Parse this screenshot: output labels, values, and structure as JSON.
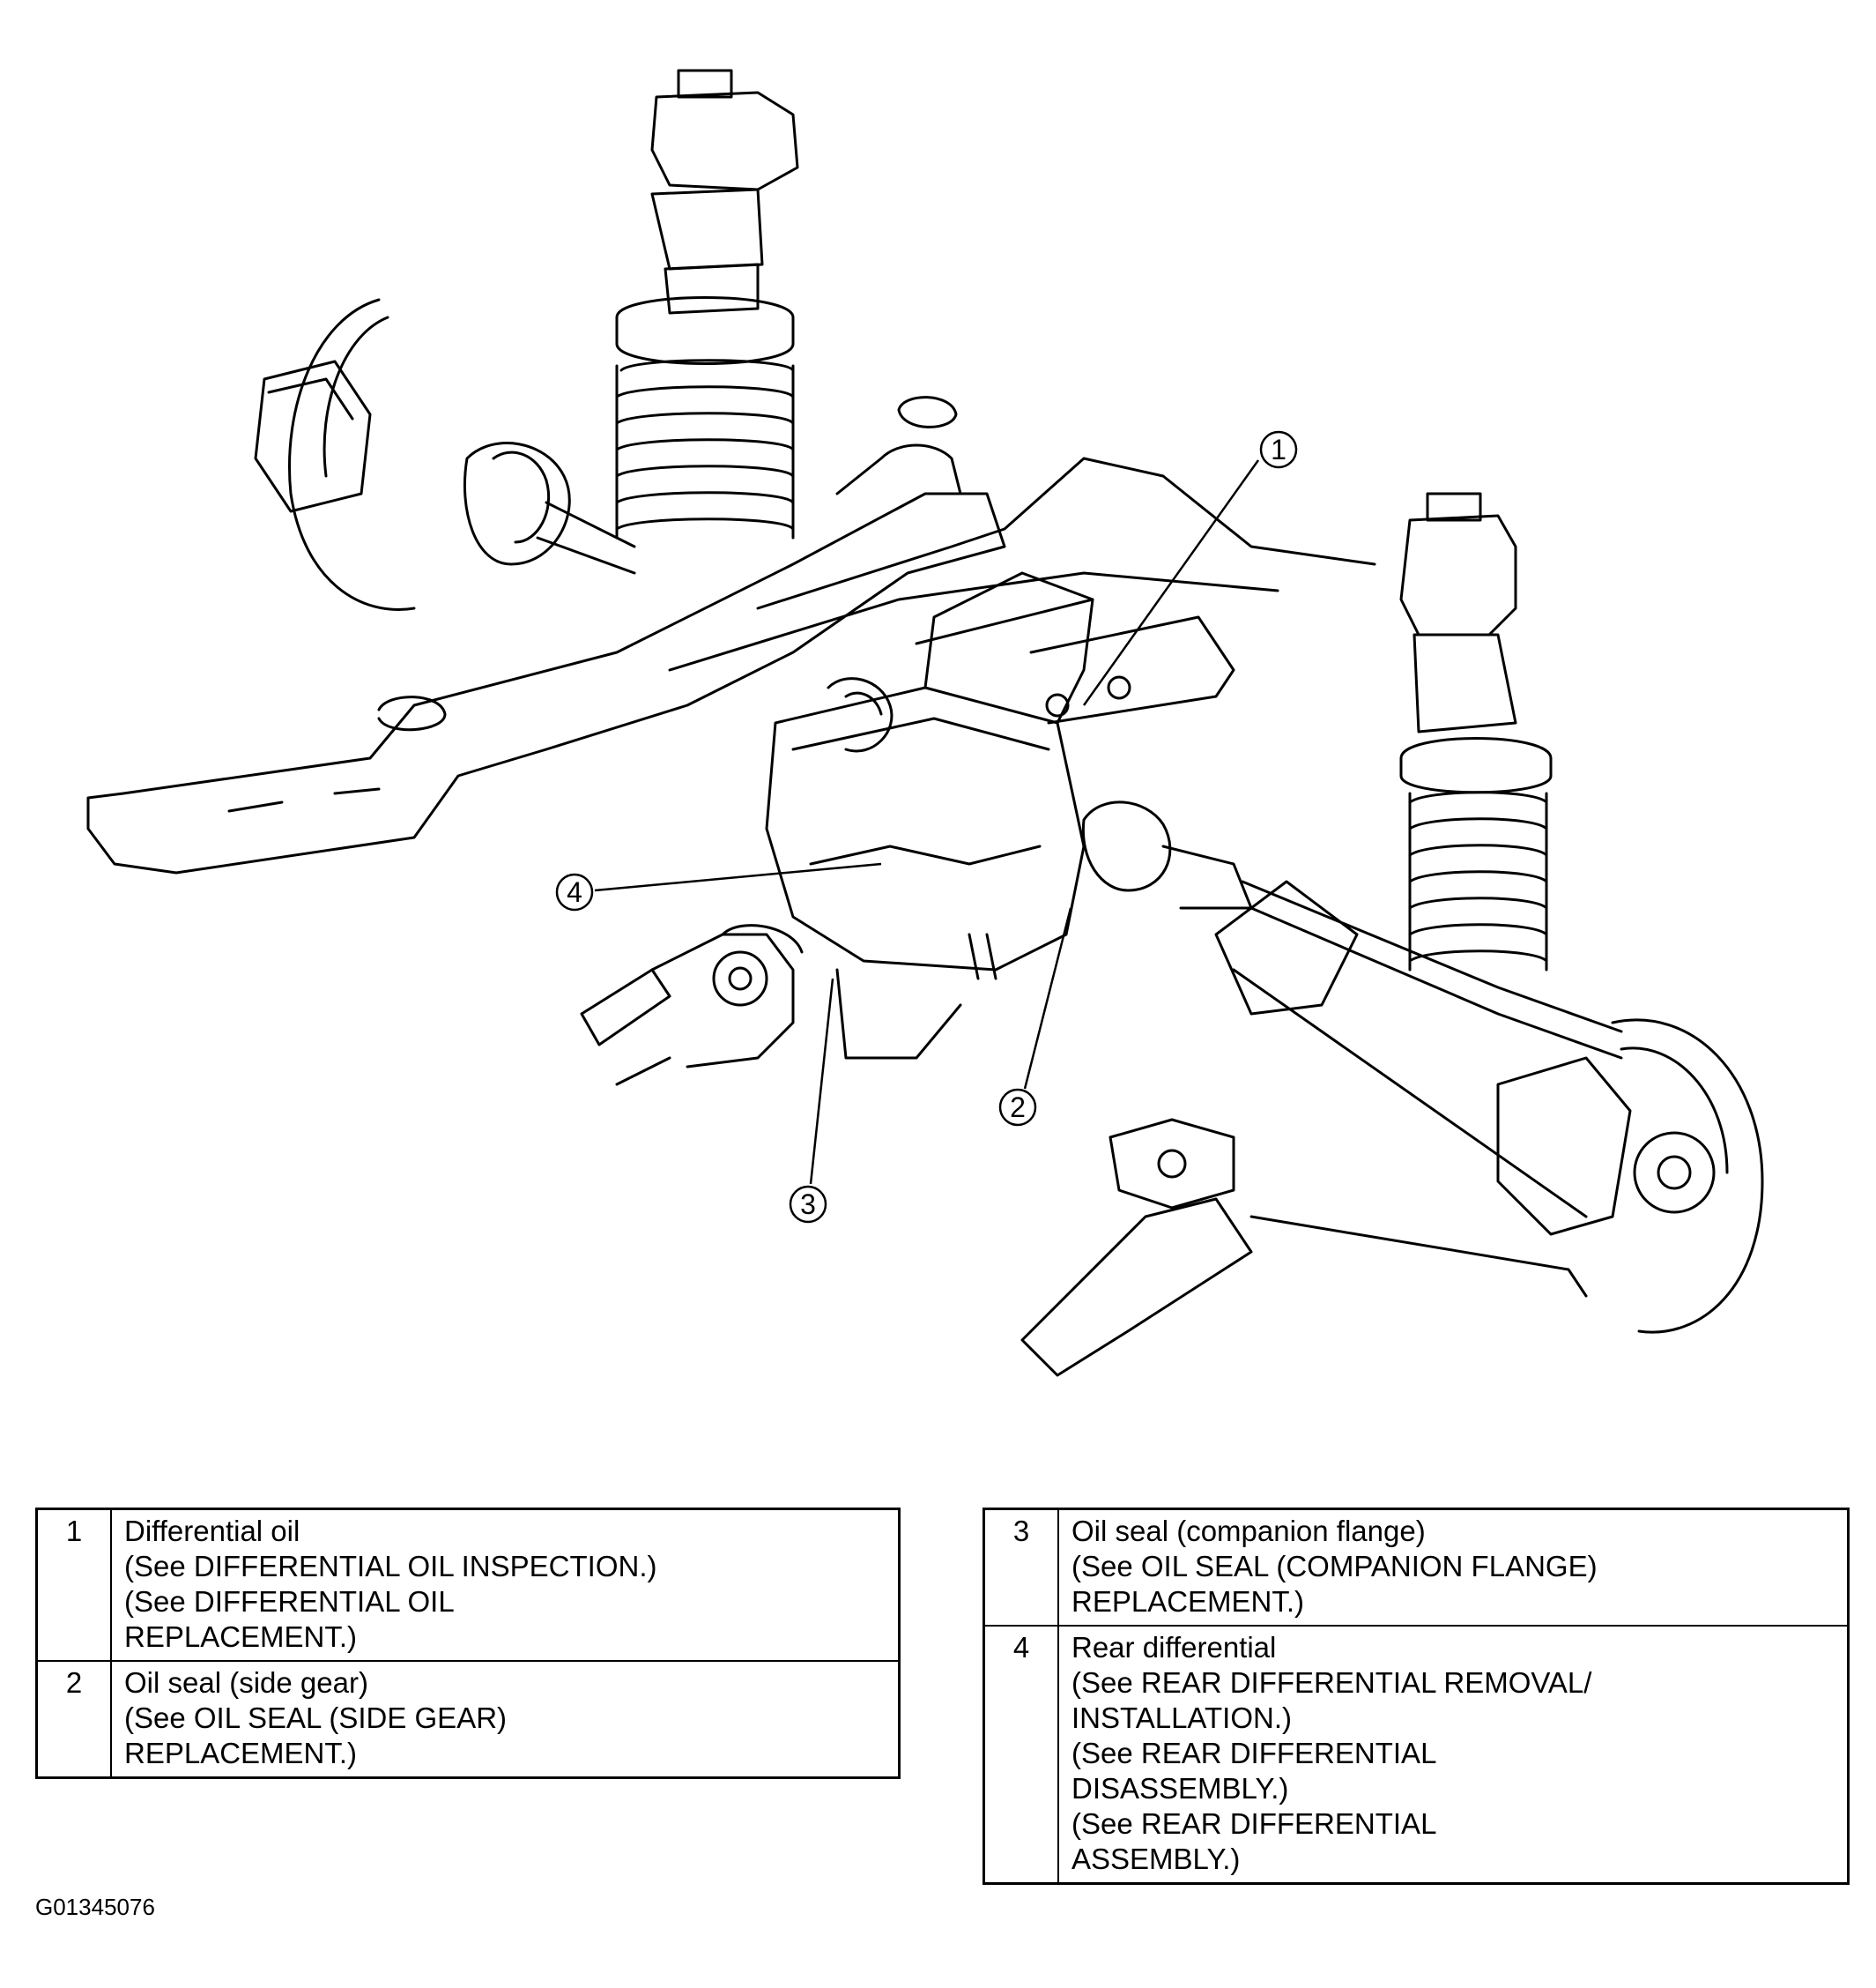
{
  "callouts": [
    {
      "id": "1",
      "label": "1"
    },
    {
      "id": "2",
      "label": "2"
    },
    {
      "id": "3",
      "label": "3"
    },
    {
      "id": "4",
      "label": "4"
    }
  ],
  "legend": {
    "left": [
      {
        "num": "1",
        "lines": [
          "Differential oil",
          "(See DIFFERENTIAL OIL INSPECTION.)",
          "(See DIFFERENTIAL OIL",
          "REPLACEMENT.)"
        ]
      },
      {
        "num": "2",
        "lines": [
          "Oil seal (side gear)",
          "(See OIL SEAL (SIDE GEAR)",
          "REPLACEMENT.)"
        ]
      }
    ],
    "right": [
      {
        "num": "3",
        "lines": [
          "Oil seal (companion flange)",
          "(See OIL SEAL (COMPANION FLANGE)",
          "REPLACEMENT.)"
        ]
      },
      {
        "num": "4",
        "lines": [
          "Rear differential",
          "(See REAR DIFFERENTIAL REMOVAL/",
          "INSTALLATION.)",
          "(See REAR DIFFERENTIAL",
          "DISASSEMBLY.)",
          "(See REAR DIFFERENTIAL",
          "ASSEMBLY.)"
        ]
      }
    ]
  },
  "figure_code": "G01345076"
}
